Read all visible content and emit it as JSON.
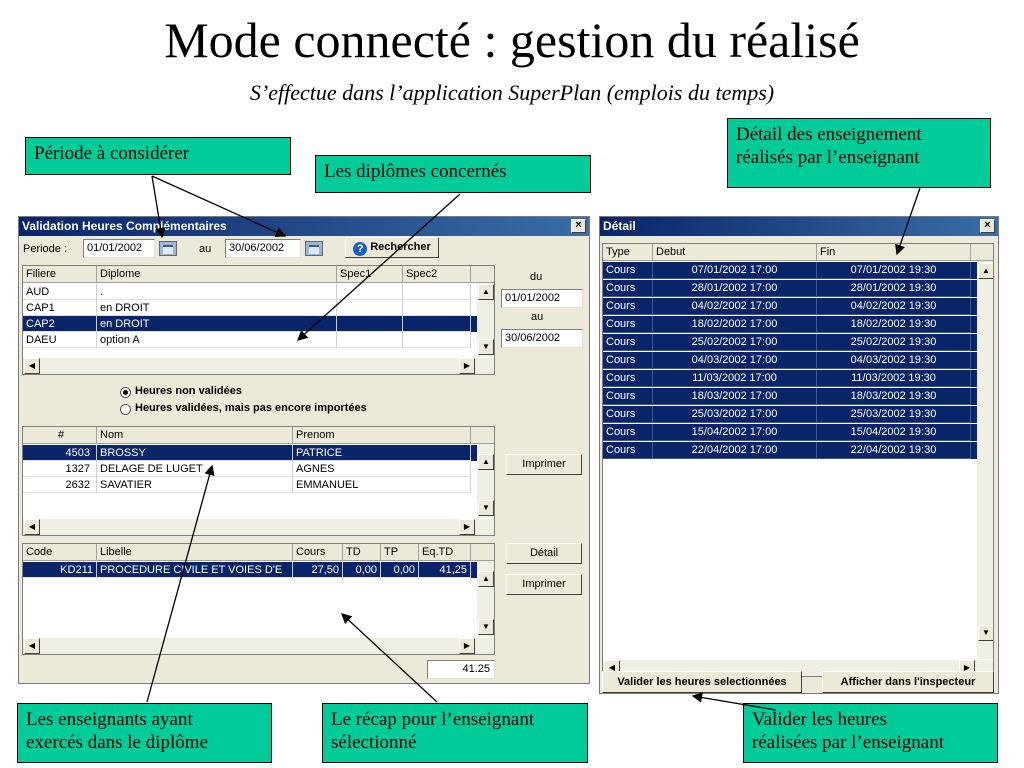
{
  "slide": {
    "title": "Mode connecté : gestion du réalisé",
    "subtitle": "S’effectue dans l’application SuperPlan (emplois du temps)"
  },
  "callouts": {
    "periode": "Période à considérer",
    "diplomes": "Les diplômes concernés",
    "detail_line1": "Détail des enseignement",
    "detail_line2": "réalisés par l’enseignant",
    "enseignants_line1": "Les enseignants ayant",
    "enseignants_line2": "exercés dans le diplôme",
    "recap_line1": "Le récap pour l’enseignant",
    "recap_line2": "sélectionné",
    "valider_line1": "Valider les heures",
    "valider_line2": "réalisées par l’enseignant"
  },
  "colors": {
    "callout_bg": "#00cc99",
    "title_bar": "#0a246a",
    "selection": "#0a246a"
  },
  "validation_window": {
    "title": "Validation Heures Complémentaires",
    "close_glyph": "×",
    "periode_label": "Periode :",
    "date_from": "01/01/2002",
    "au_label": "au",
    "date_to": "30/06/2002",
    "search_icon": "help-icon",
    "search_label": "Rechercher",
    "diplome_grid": {
      "headers": [
        "Filiere",
        "Diplome",
        "Spec1",
        "Spec2"
      ],
      "rows": [
        {
          "filiere": "AUD",
          "diplome": ".",
          "selected": false
        },
        {
          "filiere": "CAP1",
          "diplome": "en DROIT",
          "selected": false
        },
        {
          "filiere": "CAP2",
          "diplome": "en DROIT",
          "selected": true
        },
        {
          "filiere": "DAEU",
          "diplome": "option A",
          "selected": false
        }
      ]
    },
    "side_du": "du",
    "side_from": "01/01/2002",
    "side_au": "au",
    "side_to": "30/06/2002",
    "radio_non_validees": "Heures non validées",
    "radio_validees": "Heures validées, mais pas encore importées",
    "enseignant_grid": {
      "headers": [
        "#",
        "Nom",
        "Prenom"
      ],
      "rows": [
        {
          "num": "4503",
          "nom": "BROSSY",
          "prenom": "PATRICE",
          "selected": true
        },
        {
          "num": "1327",
          "nom": "DELAGE DE LUGET",
          "prenom": "AGNES",
          "selected": false
        },
        {
          "num": "2632",
          "nom": "SAVATIER",
          "prenom": "EMMANUEL",
          "selected": false
        }
      ]
    },
    "imprimer_label": "Imprimer",
    "recap_grid": {
      "headers": [
        "Code",
        "Libelle",
        "Cours",
        "TD",
        "TP",
        "Eq.TD"
      ],
      "rows": [
        {
          "code": "KD211",
          "libelle": "PROCEDURE CIVILE ET VOIES D'E",
          "cours": "27,50",
          "td": "0,00",
          "tp": "0,00",
          "eqtd": "41,25",
          "selected": true
        }
      ]
    },
    "detail_label": "Détail",
    "imprimer2_label": "Imprimer",
    "total": "41.25"
  },
  "detail_window": {
    "title": "Détail",
    "close_glyph": "×",
    "headers": [
      "Type",
      "Debut",
      "Fin"
    ],
    "rows": [
      {
        "type": "Cours",
        "debut": "07/01/2002 17:00",
        "fin": "07/01/2002 19:30"
      },
      {
        "type": "Cours",
        "debut": "28/01/2002 17:00",
        "fin": "28/01/2002 19:30"
      },
      {
        "type": "Cours",
        "debut": "04/02/2002 17:00",
        "fin": "04/02/2002 19:30"
      },
      {
        "type": "Cours",
        "debut": "18/02/2002 17:00",
        "fin": "18/02/2002 19:30"
      },
      {
        "type": "Cours",
        "debut": "25/02/2002 17:00",
        "fin": "25/02/2002 19:30"
      },
      {
        "type": "Cours",
        "debut": "04/03/2002 17:00",
        "fin": "04/03/2002 19:30"
      },
      {
        "type": "Cours",
        "debut": "11/03/2002 17:00",
        "fin": "11/03/2002 19:30"
      },
      {
        "type": "Cours",
        "debut": "18/03/2002 17:00",
        "fin": "18/03/2002 19:30"
      },
      {
        "type": "Cours",
        "debut": "25/03/2002 17:00",
        "fin": "25/03/2002 19:30"
      },
      {
        "type": "Cours",
        "debut": "15/04/2002 17:00",
        "fin": "15/04/2002 19:30"
      },
      {
        "type": "Cours",
        "debut": "22/04/2002 17:00",
        "fin": "22/04/2002 19:30"
      }
    ],
    "valider_label": "Valider les heures selectionnées",
    "inspecteur_label": "Afficher dans l'inspecteur"
  }
}
